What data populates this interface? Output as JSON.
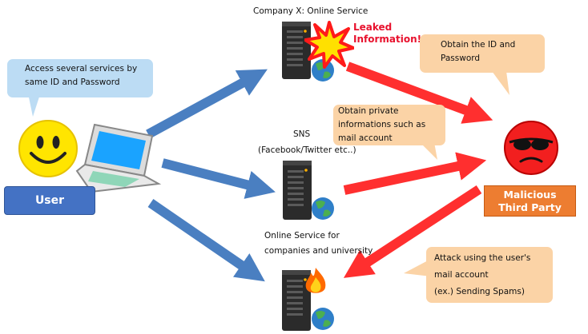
{
  "servers": {
    "company": {
      "label": "Company X: Online Service",
      "leak_line1": "Leaked",
      "leak_line2": "Information!"
    },
    "sns": {
      "line1": "SNS",
      "line2": "(Facebook/Twitter etc..)"
    },
    "university": {
      "line1": "Online Service for",
      "line2": "companies and university"
    }
  },
  "callouts": {
    "user_note": {
      "line1": "Access several services by",
      "line2": "same ID and Password"
    },
    "obtain_id": {
      "line1": "Obtain the ID and",
      "line2": "Password"
    },
    "obtain_private": {
      "line1": "Obtain private",
      "line2": "informations such as",
      "line3": "mail account"
    },
    "attack": {
      "line1": "Attack using the user's",
      "line2": "mail account",
      "line3": "(ex.) Sending Spams)"
    }
  },
  "actors": {
    "user": {
      "label": "User"
    },
    "attacker": {
      "line1": "Malicious",
      "line2": "Third Party"
    }
  },
  "colors": {
    "user_box": "#4472c4",
    "attacker_box": "#ed7d31",
    "blue_arrow": "#4a7fc1",
    "red_arrow": "#ff2f2f",
    "leak_text": "#e8112d"
  },
  "icons": [
    "smiley-face-icon",
    "laptop-icon",
    "server-icon",
    "globe-icon",
    "explosion-icon",
    "fire-icon",
    "masked-face-icon"
  ]
}
